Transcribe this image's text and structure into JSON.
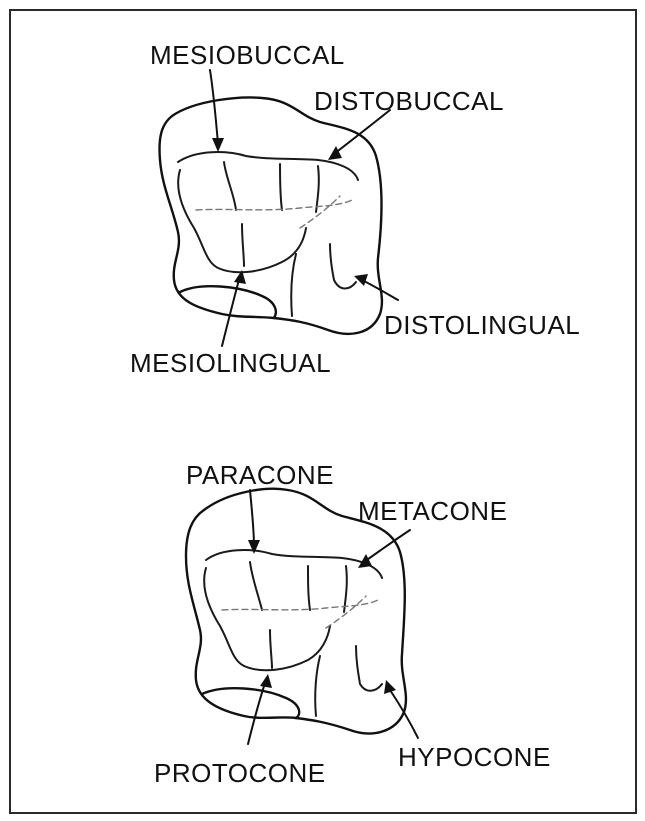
{
  "top_diagram": {
    "labels": {
      "mesiobuccal": "MESIOBUCCAL",
      "distobuccal": "DISTOBUCCAL",
      "distolingual": "DISTOLINGUAL",
      "mesiolingual": "MESIOLINGUAL"
    }
  },
  "bottom_diagram": {
    "labels": {
      "paracone": "PARACONE",
      "metacone": "METACONE",
      "hypocone": "HYPOCONE",
      "protocone": "PROTOCONE"
    }
  }
}
